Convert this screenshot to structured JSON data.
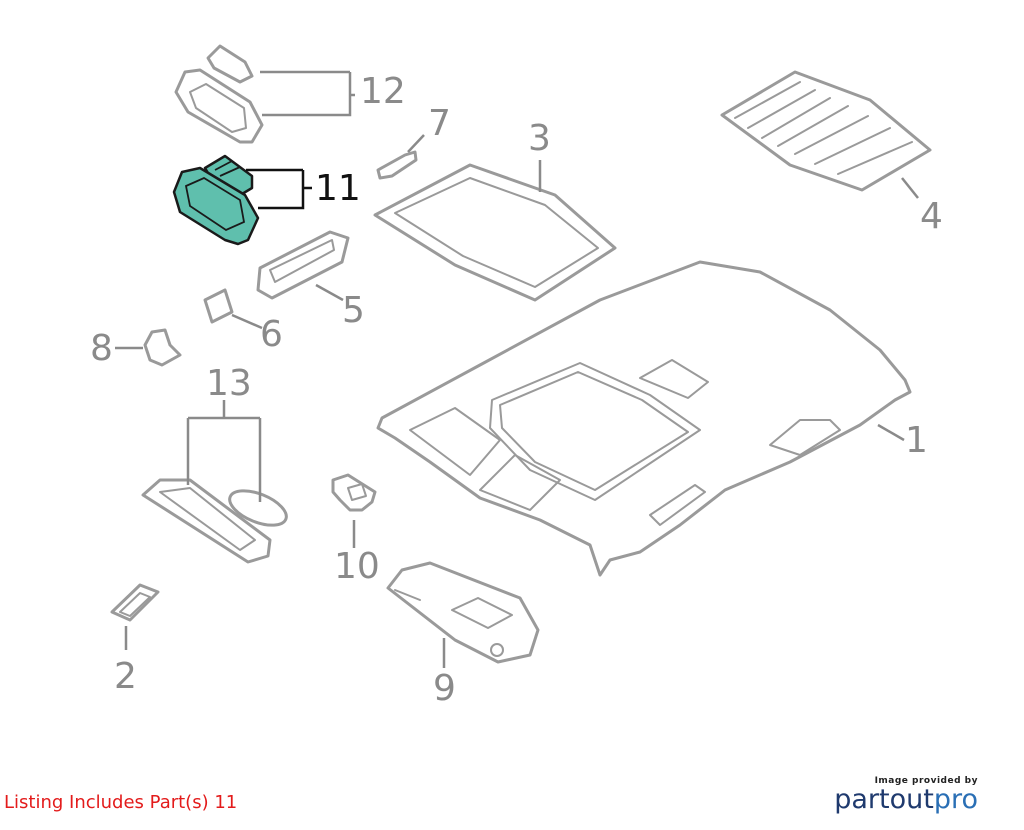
{
  "callouts": {
    "c1": "1",
    "c2": "2",
    "c3": "3",
    "c4": "4",
    "c5": "5",
    "c6": "6",
    "c7": "7",
    "c8": "8",
    "c9": "9",
    "c10": "10",
    "c11": "11",
    "c12": "12",
    "c13": "13"
  },
  "highlighted_part": "11",
  "listing_note": "Listing Includes Part(s) 11",
  "credit": {
    "small": "Image provided by",
    "brand_part1": "partout",
    "brand_part2": "pro"
  },
  "colors": {
    "highlight_fill": "#5fbfad",
    "part_stroke": "#9a9a9a",
    "listing_note": "#e31b1b",
    "brand_dark": "#1f3a6e",
    "brand_light": "#2a6fb5"
  }
}
